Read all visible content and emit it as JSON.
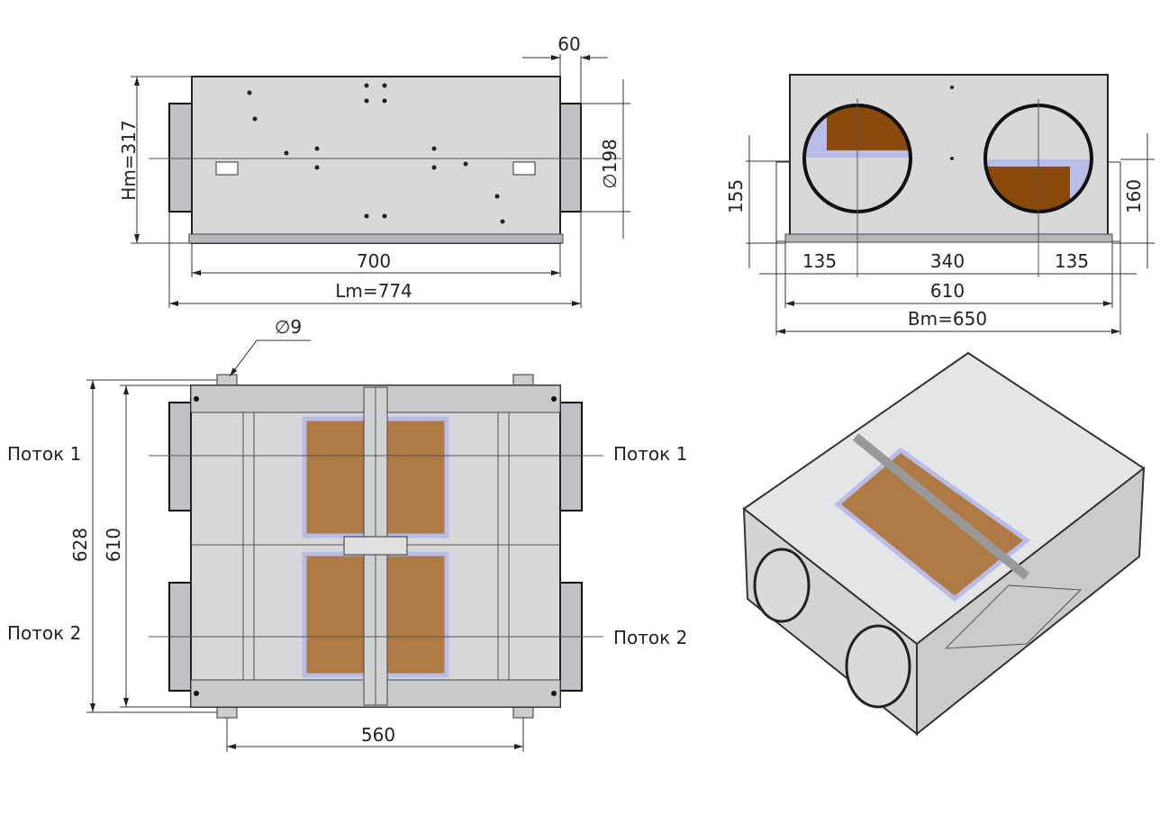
{
  "front_view": {
    "dim_collar_depth": "60",
    "dim_duct_diameter": "∅198",
    "dim_height": "Hm=317",
    "dim_body_length": "700",
    "dim_total_length": "Lm=774"
  },
  "side_view": {
    "dim_left_axis_height": "155",
    "dim_right_axis_height": "160",
    "dim_left_offset": "135",
    "dim_center_spacing": "340",
    "dim_right_offset": "135",
    "dim_body_width": "610",
    "dim_total_width": "Bm=650",
    "colors": {
      "filter": "#8a4a0a",
      "frame": "#b8bce8"
    }
  },
  "top_view": {
    "dim_hole_diameter": "∅9",
    "dim_mount_height": "628",
    "dim_body_height": "610",
    "dim_mount_spacing": "560",
    "flow1_left": "Поток 1",
    "flow1_right": "Поток 1",
    "flow2_left": "Поток 2",
    "flow2_right": "Поток 2",
    "colors": {
      "core": "#b07a45"
    }
  }
}
